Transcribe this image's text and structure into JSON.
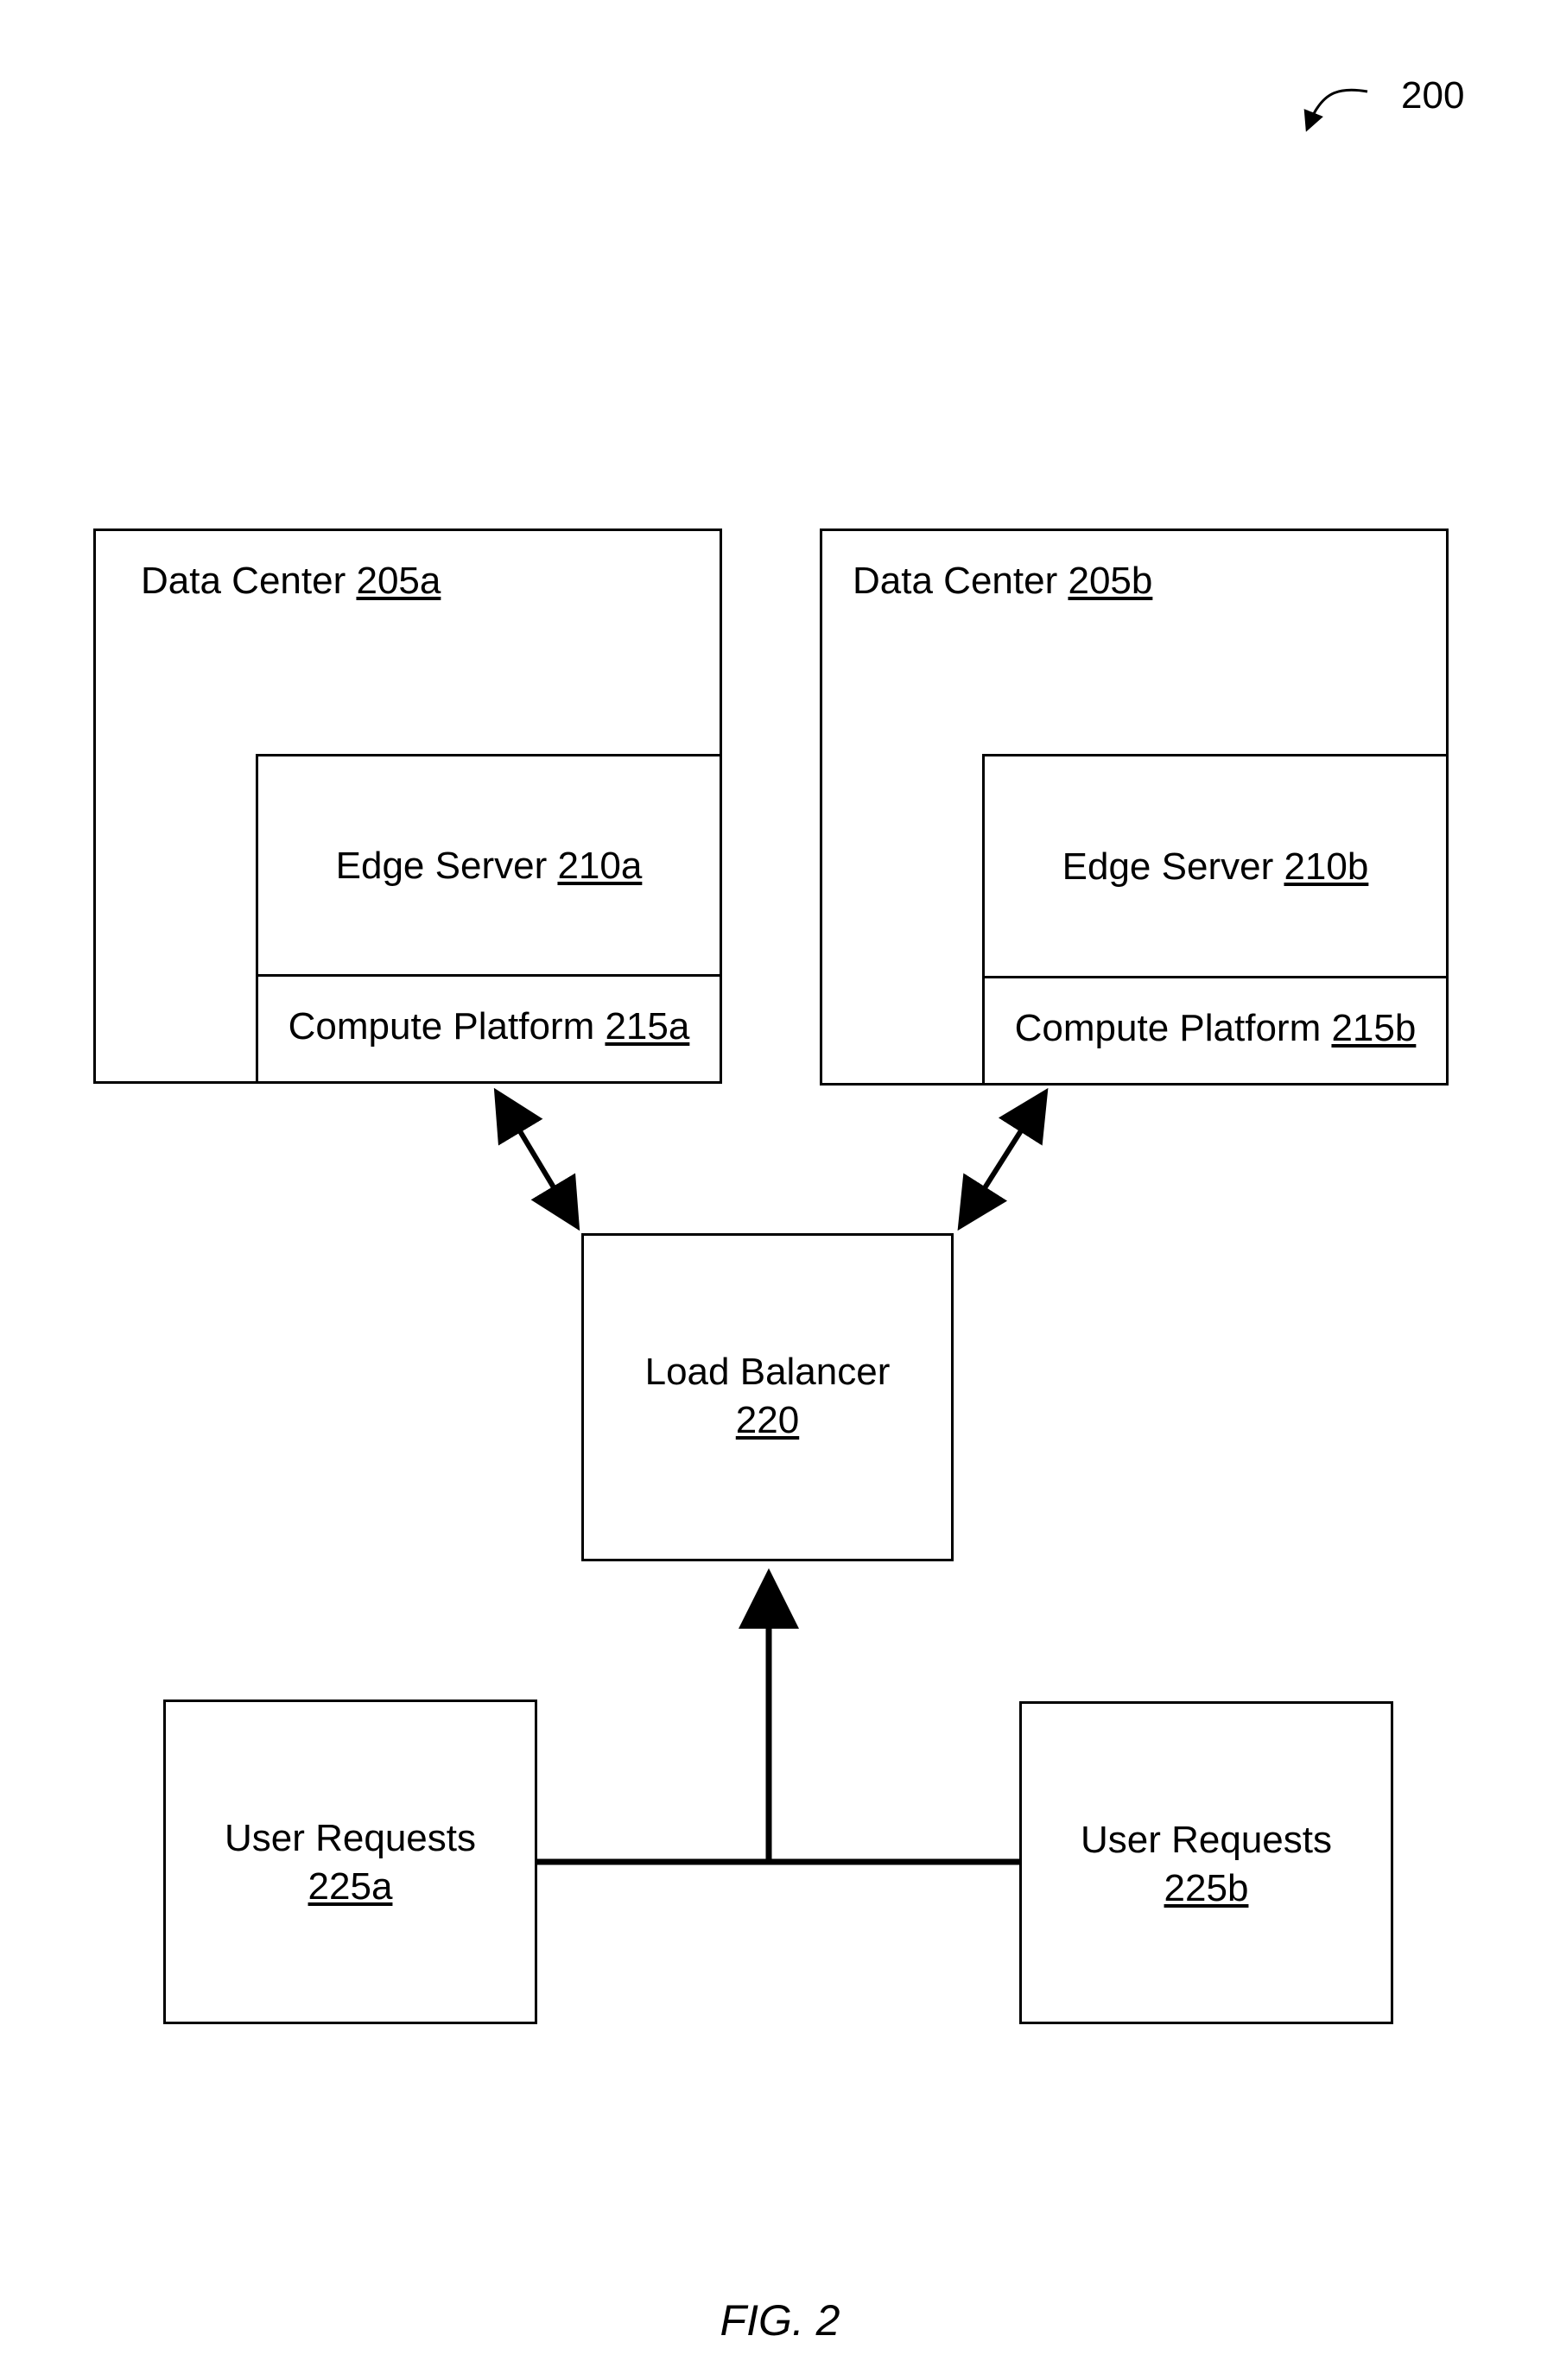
{
  "figure": {
    "reference_number": "200",
    "caption": "FIG. 2"
  },
  "data_center_a": {
    "label": "Data Center",
    "ref": "205a",
    "edge_server": {
      "label": "Edge Server",
      "ref": "210a"
    },
    "compute_platform": {
      "label": "Compute Platform",
      "ref": "215a"
    }
  },
  "data_center_b": {
    "label": "Data Center",
    "ref": "205b",
    "edge_server": {
      "label": "Edge Server",
      "ref": "210b"
    },
    "compute_platform": {
      "label": "Compute Platform",
      "ref": "215b"
    }
  },
  "load_balancer": {
    "label": "Load Balancer",
    "ref": "220"
  },
  "user_requests_a": {
    "label": "User Requests",
    "ref": "225a"
  },
  "user_requests_b": {
    "label": "User Requests",
    "ref": "225b"
  }
}
